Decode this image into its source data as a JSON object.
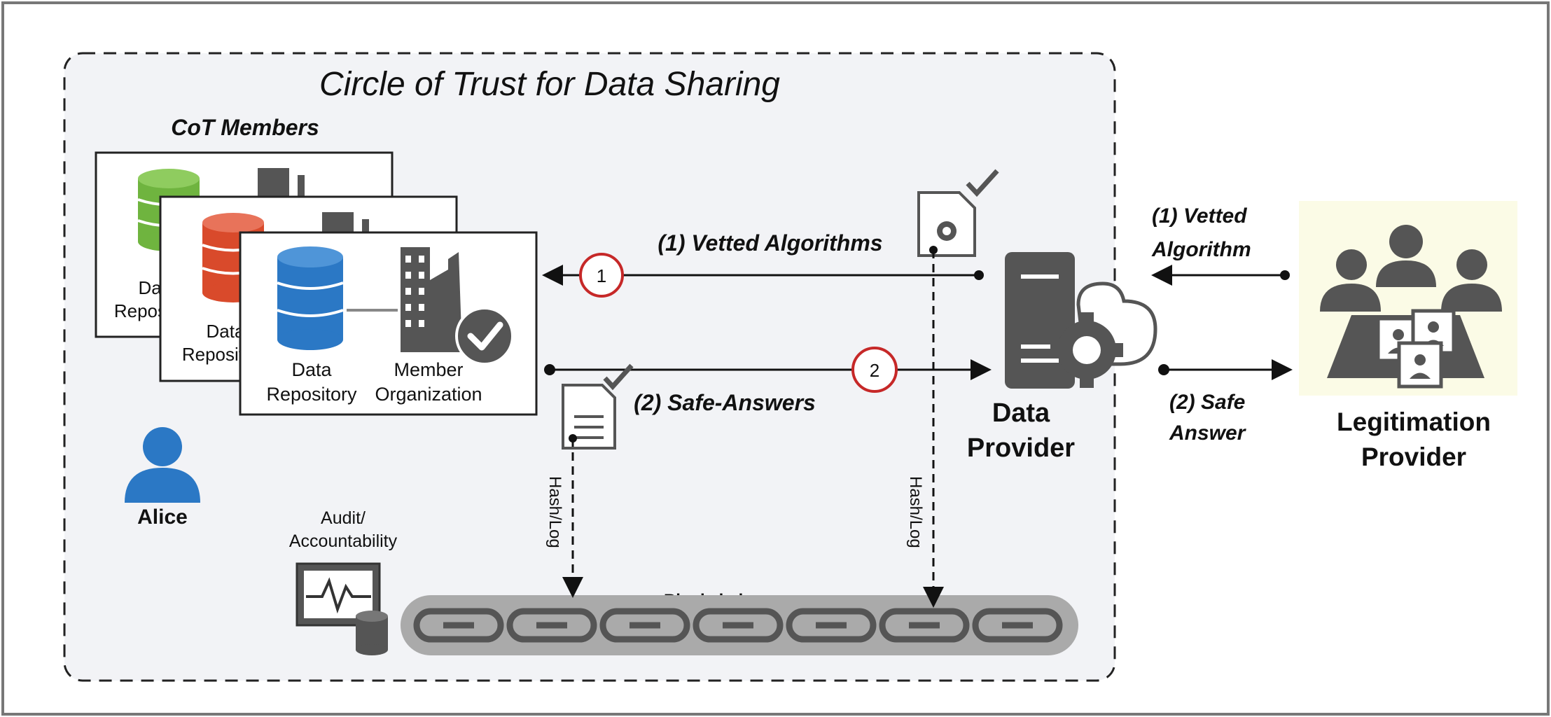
{
  "title": "Circle of Trust for Data Sharing",
  "cot_members_label": "CoT Members",
  "member_cards": [
    {
      "repo_line1": "Data",
      "repo_line2": "Repository",
      "db_color": "#6fb43f"
    },
    {
      "repo_line1": "Data",
      "repo_line2": "Repository",
      "db_color": "#d94a2b"
    },
    {
      "repo_line1": "Data",
      "repo_line2": "Repository",
      "org_line1": "Member",
      "org_line2": "Organization",
      "db_color": "#2b78c5"
    }
  ],
  "alice_label": "Alice",
  "audit_line1": "Audit/",
  "audit_line2": "Accountability",
  "blockchain_label": "Blockchain",
  "hash_log_left": "Hash/Log",
  "hash_log_right": "Hash/Log",
  "vetted_algorithms_label": "(1) Vetted Algorithms",
  "safe_answers_label": "(2) Safe-Answers",
  "step1_number": "1",
  "step2_number": "2",
  "data_provider_line1": "Data",
  "data_provider_line2": "Provider",
  "vetted_algorithm_line1": "(1) Vetted",
  "vetted_algorithm_line2": "Algorithm",
  "safe_answer_line1": "(2) Safe",
  "safe_answer_line2": "Answer",
  "legitimation_line1": "Legitimation",
  "legitimation_line2": "Provider",
  "colors": {
    "panel_bg": "#f2f3f6",
    "icon_gray": "#555555",
    "step_circle": "#c62828",
    "legitimation_bg": "#fbfbe6",
    "blue": "#2b78c5",
    "green": "#6fb43f",
    "red": "#d94a2b"
  }
}
